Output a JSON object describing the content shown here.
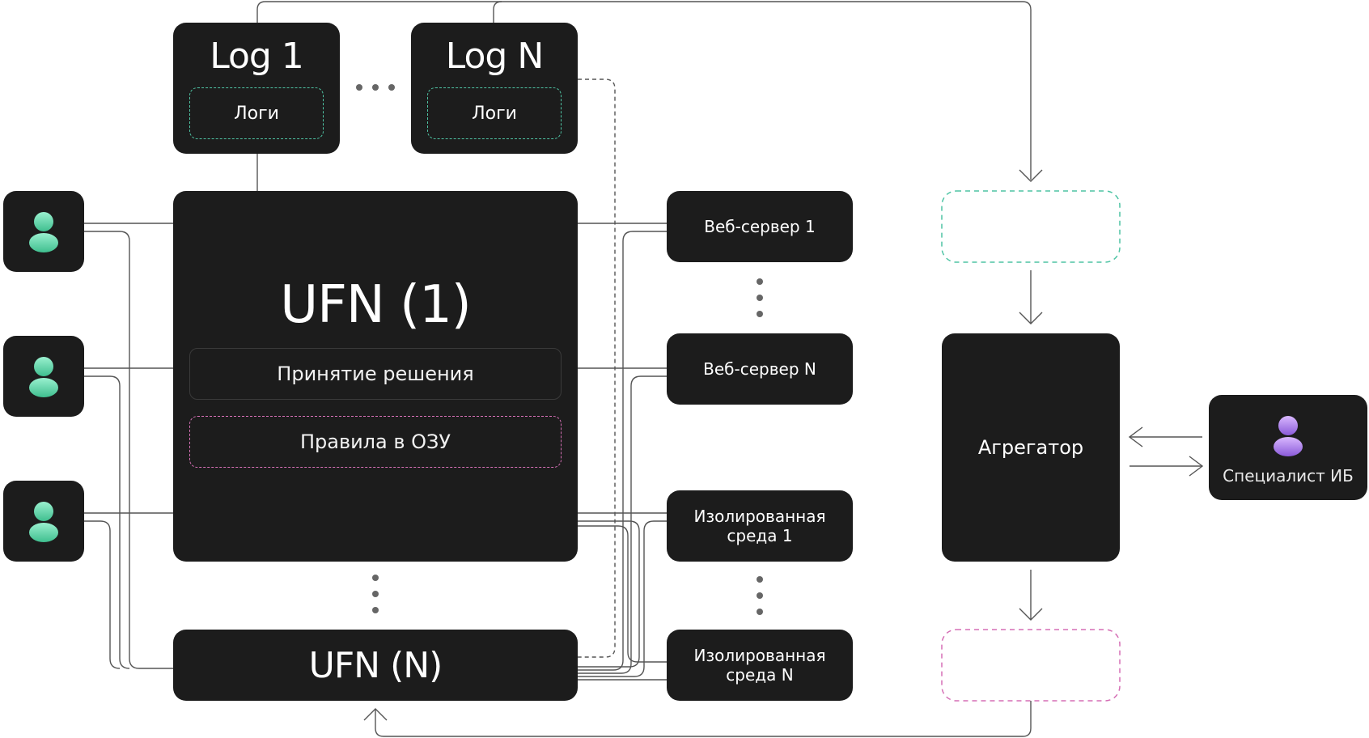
{
  "logs": [
    {
      "title": "Log 1",
      "inner": "Логи"
    },
    {
      "title": "Log N",
      "inner": "Логи"
    }
  ],
  "ufn_main": {
    "title": "UFN (1)",
    "row1": "Принятие решения",
    "row2": "Правила в ОЗУ"
  },
  "ufn_last": {
    "title": "UFN (N)"
  },
  "servers": [
    {
      "label": "Веб-сервер 1"
    },
    {
      "label": "Веб-сервер N"
    },
    {
      "label": "Изолированная\nсреда 1"
    },
    {
      "label": "Изолированная\nсреда N"
    }
  ],
  "aggregator": {
    "label": "Агрегатор"
  },
  "specialist": {
    "label": "Специалист ИБ"
  },
  "colors": {
    "box": "#1c1c1c",
    "user_green": "#6fe0b8",
    "user_purple": "#b98cf2",
    "teal_dash": "#4fc4a4",
    "pink_dash": "#d56fb5",
    "wire": "#555555"
  },
  "icons": {
    "user": "user-icon",
    "specialist": "user-icon",
    "arrow": "arrow-head"
  }
}
